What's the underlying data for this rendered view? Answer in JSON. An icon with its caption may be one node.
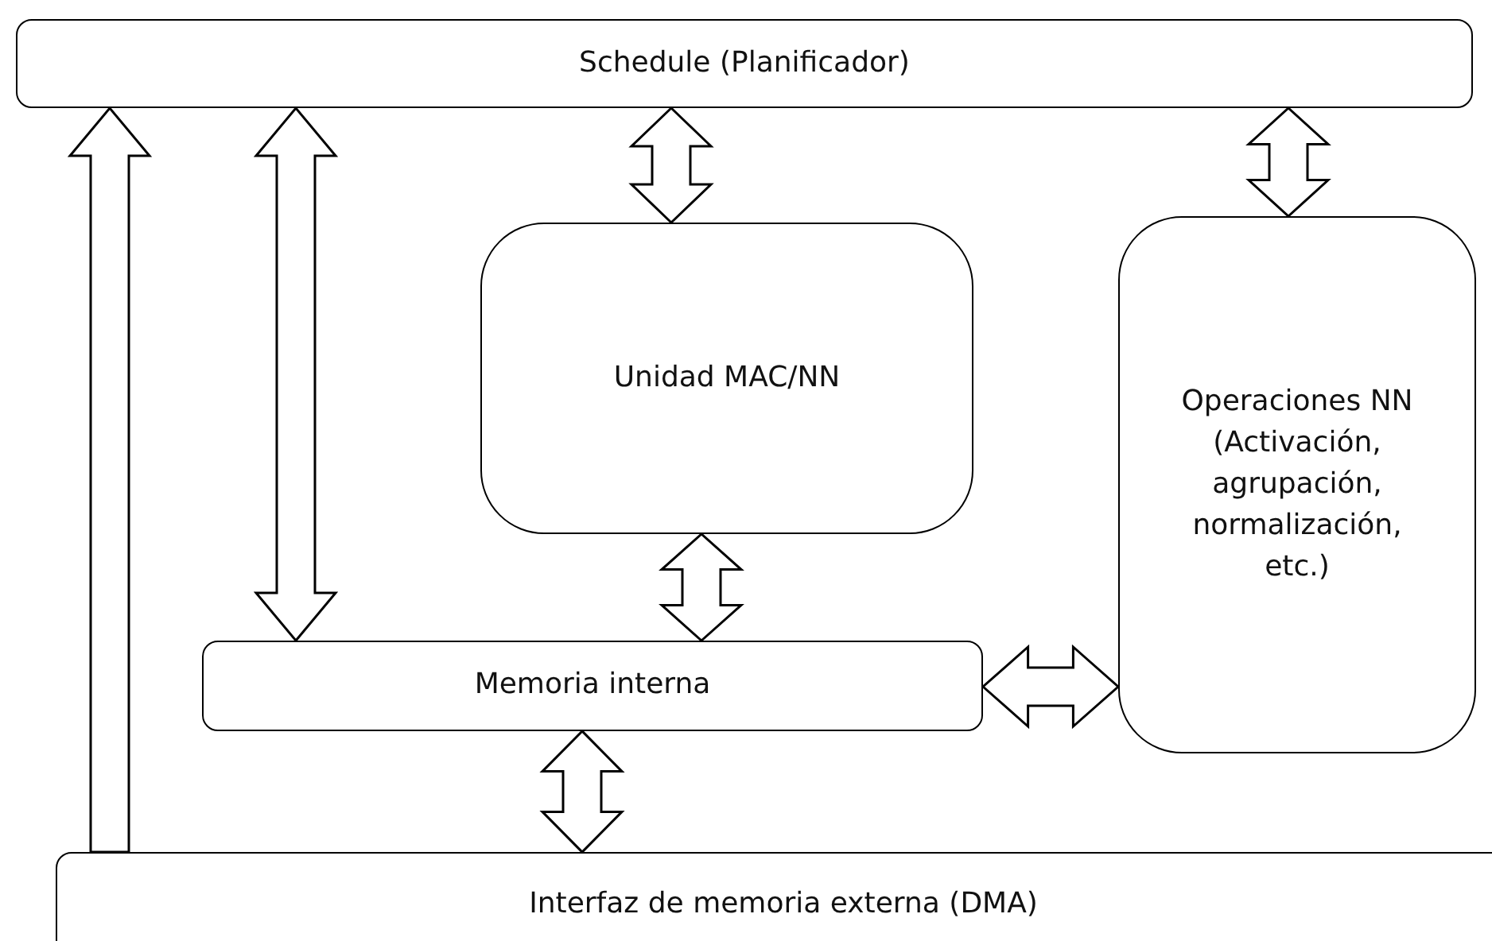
{
  "diagram": {
    "nodes": [
      {
        "text": [
          "Schedule (Planificador)"
        ]
      },
      {
        "text": [
          "Unidad MAC/NN"
        ]
      },
      {
        "text": [
          "Operaciones NN (Activación, agrupación, normalización, etc.)"
        ]
      },
      {
        "text": [
          "Memoria interna"
        ]
      },
      {
        "text": [
          "Interfaz de memoria externa (DMA)"
        ]
      }
    ],
    "edges": [
      {
        "from": 4,
        "to": 0,
        "arrow": "to"
      },
      {
        "from": 3,
        "to": 0,
        "arrow": "both"
      },
      {
        "from": 1,
        "to": 0,
        "arrow": "both"
      },
      {
        "from": 2,
        "to": 0,
        "arrow": "both"
      },
      {
        "from": 3,
        "to": 1,
        "arrow": "both"
      },
      {
        "from": 3,
        "to": 2,
        "arrow": "both"
      },
      {
        "from": 3,
        "to": 4,
        "arrow": "both"
      }
    ]
  }
}
